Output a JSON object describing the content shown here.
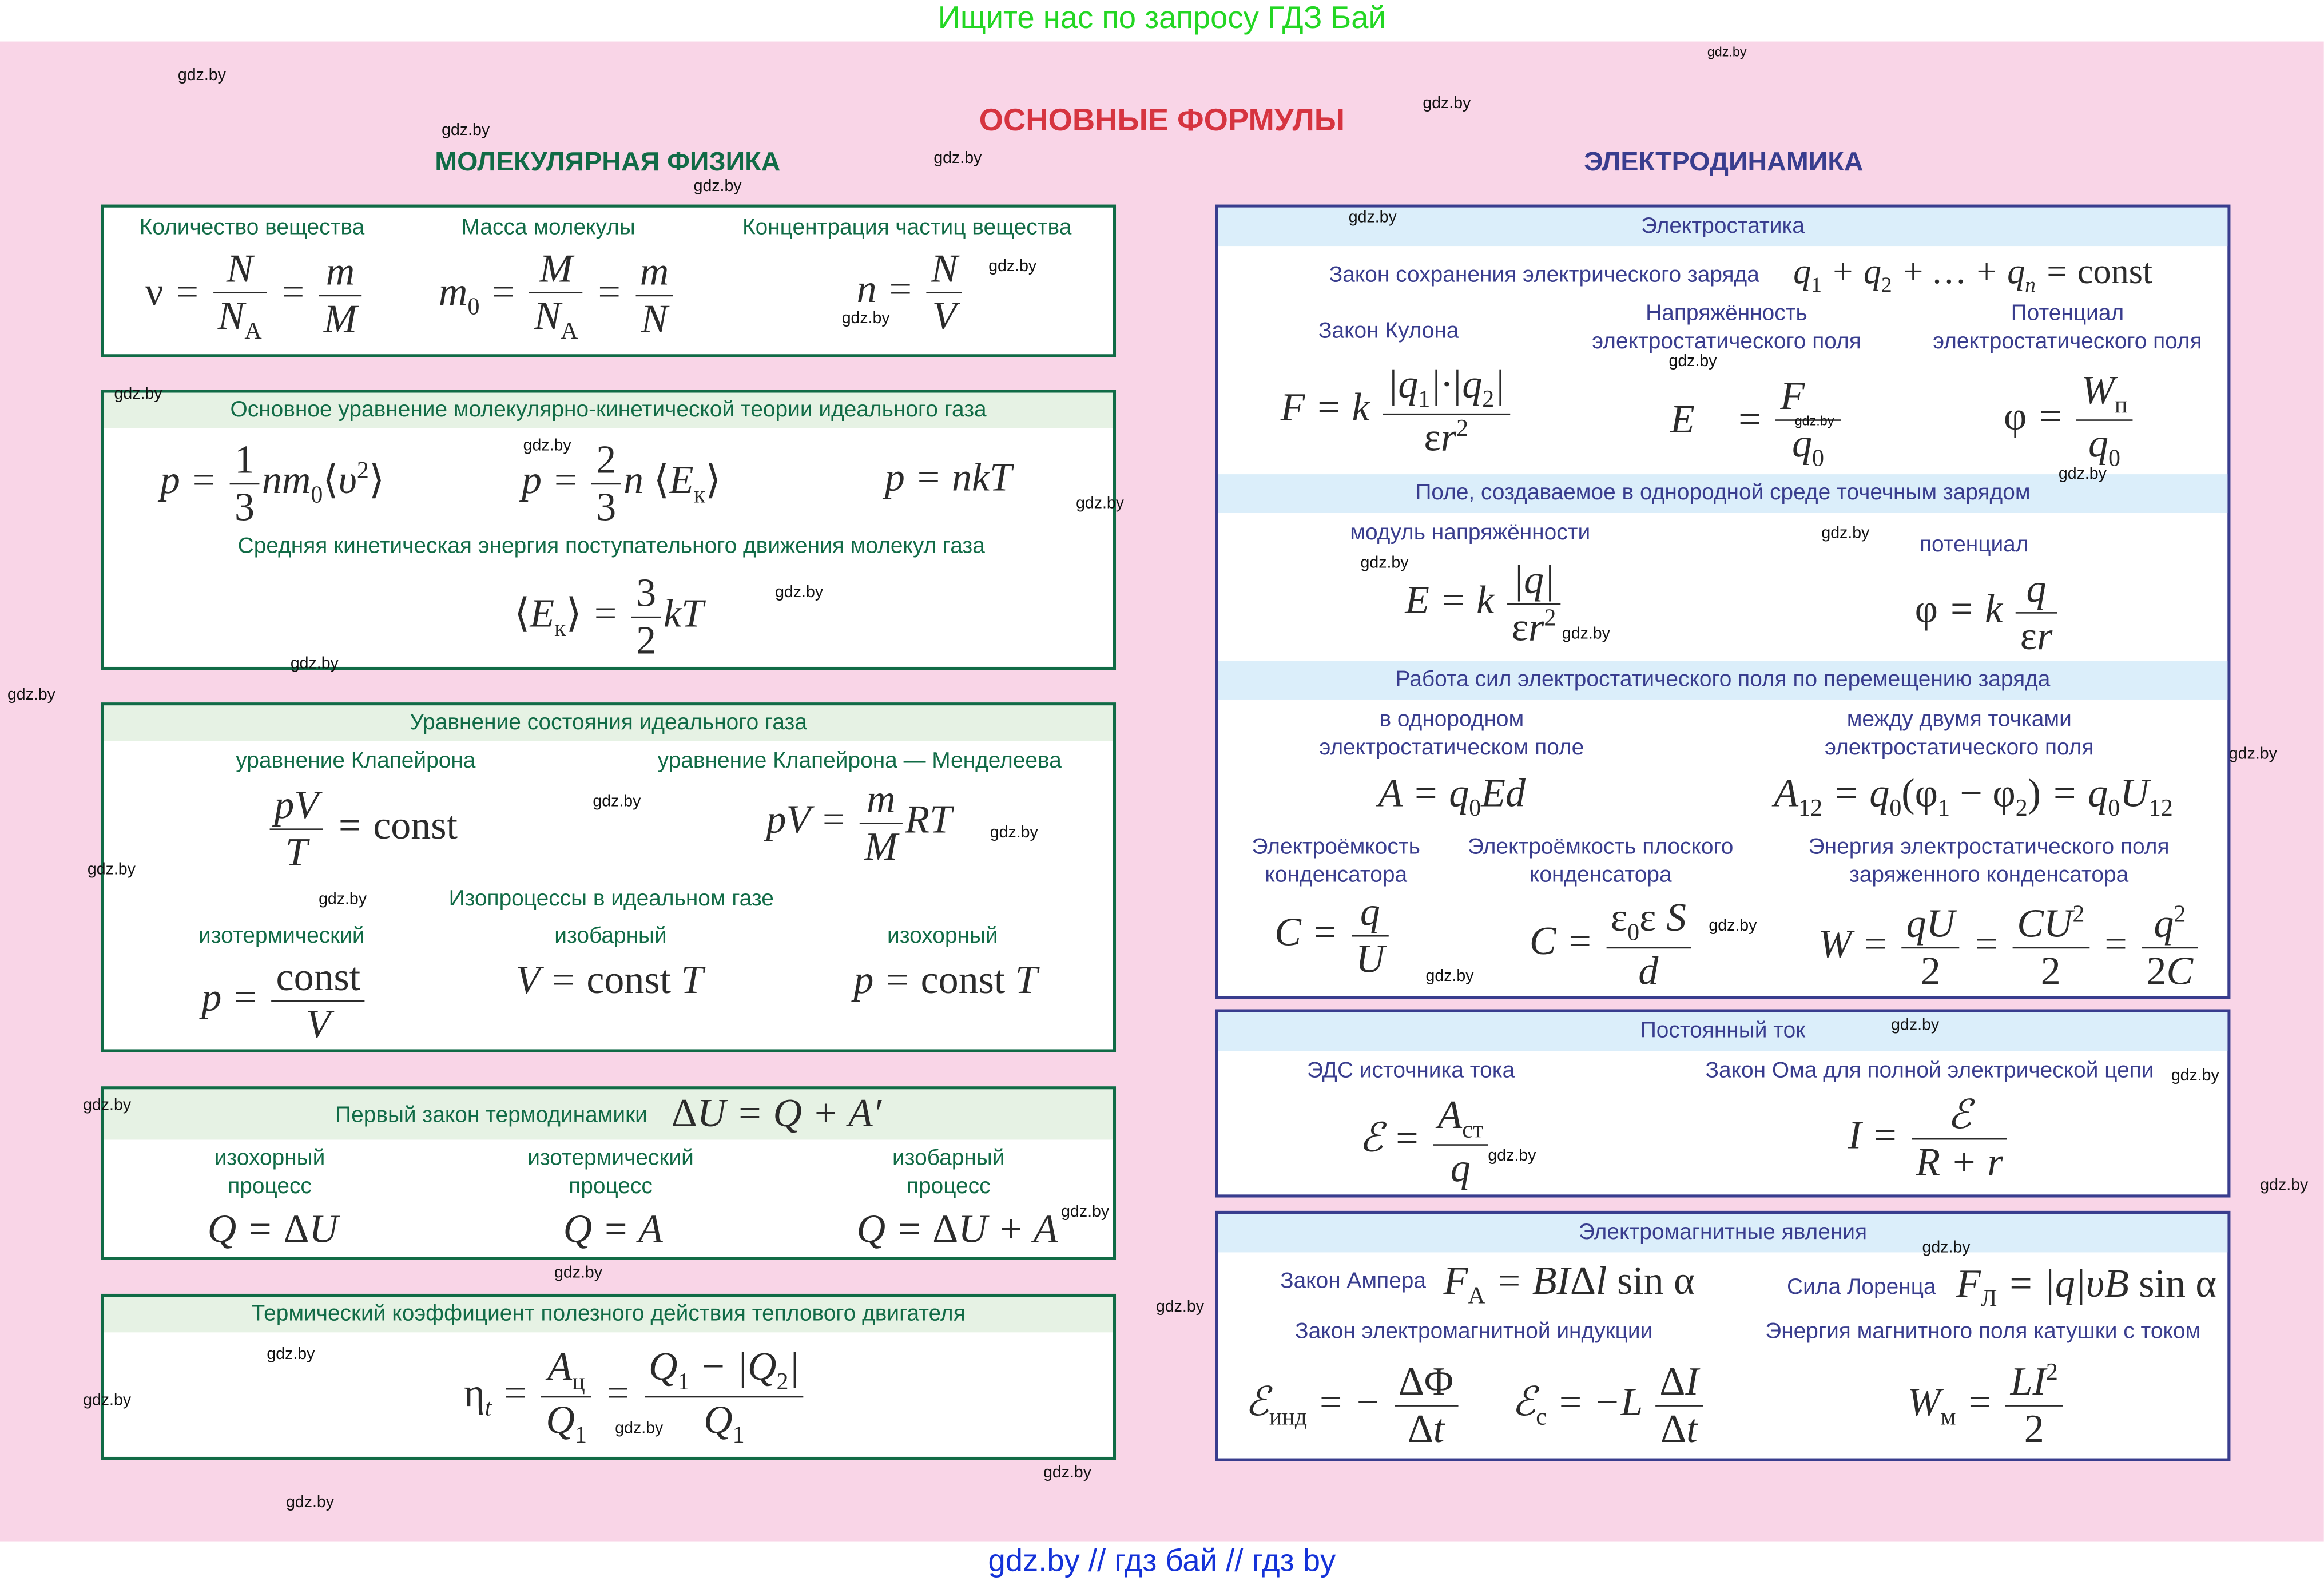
{
  "top_banner": "Ищите нас по запросу ГДЗ Бай",
  "bottom_banner": "gdz.by  //  гдз бай  //  гдз by",
  "title": "ОСНОВНЫЕ ФОРМУЛЫ",
  "watermark": "gdz.by",
  "colors": {
    "green": "#116b46",
    "blue": "#393d8e",
    "title_red": "#d63440",
    "pink": "#f9d5e7"
  },
  "left": {
    "heading": "МОЛЕКУЛЯРНАЯ ФИЗИКА",
    "substance": {
      "l1": "Количество вещества",
      "l2": "Масса молекулы",
      "l3": "Концентрация частиц вещества"
    },
    "mkt": {
      "title": "Основное уравнение молекулярно-кинетической теории идеального газа",
      "sub": "Средняя кинетическая энергия поступательного движения молекул газа"
    },
    "state": {
      "title": "Уравнение состояния идеального газа",
      "l1": "уравнение Клапейрона",
      "l2": "уравнение Клапейрона — Менделеева",
      "iso": "Изопроцессы в идеальном газе",
      "l3": "изотермический",
      "l4": "изобарный",
      "l5": "изохорный"
    },
    "thermo": {
      "title": "Первый закон термодинамики",
      "l1": "изохорный процесс",
      "l2": "изотермический процесс",
      "l3": "изобарный процесс"
    },
    "eff": {
      "title": "Термический коэффициент полезного действия теплового двигателя"
    }
  },
  "right": {
    "heading": "ЭЛЕКТРОДИНАМИКА",
    "es": {
      "title": "Электростатика",
      "conservation": "Закон сохранения электрического заряда",
      "coulomb": "Закон Кулона",
      "strength": "Напряжённость электростатического поля",
      "potential": "Потенциал электростатического поля"
    },
    "point": {
      "title": "Поле, создаваемое в однородной среде точечным зарядом",
      "l1": "модуль напряжённости",
      "l2": "потенциал"
    },
    "work": {
      "title": "Работа сил электростатического поля по перемещению заряда",
      "l1": "в однородном электростатическом поле",
      "l2": "между двумя точками электростатического поля"
    },
    "cap": {
      "l1": "Электроёмкость конденсатора",
      "l2": "Электроёмкость плоского конденсатора",
      "l3": "Энергия электростатического поля заряженного конденсатора"
    },
    "dc": {
      "title": "Постоянный ток",
      "l1": "ЭДС источника тока",
      "l2": "Закон Ома для полной электрической цепи"
    },
    "em": {
      "title": "Электромагнитные явления",
      "ampere": "Закон Ампера",
      "lorentz": "Сила Лоренца",
      "induction": "Закон электромагнитной индукции",
      "coil": "Энергия магнитного поля катушки с током"
    }
  }
}
